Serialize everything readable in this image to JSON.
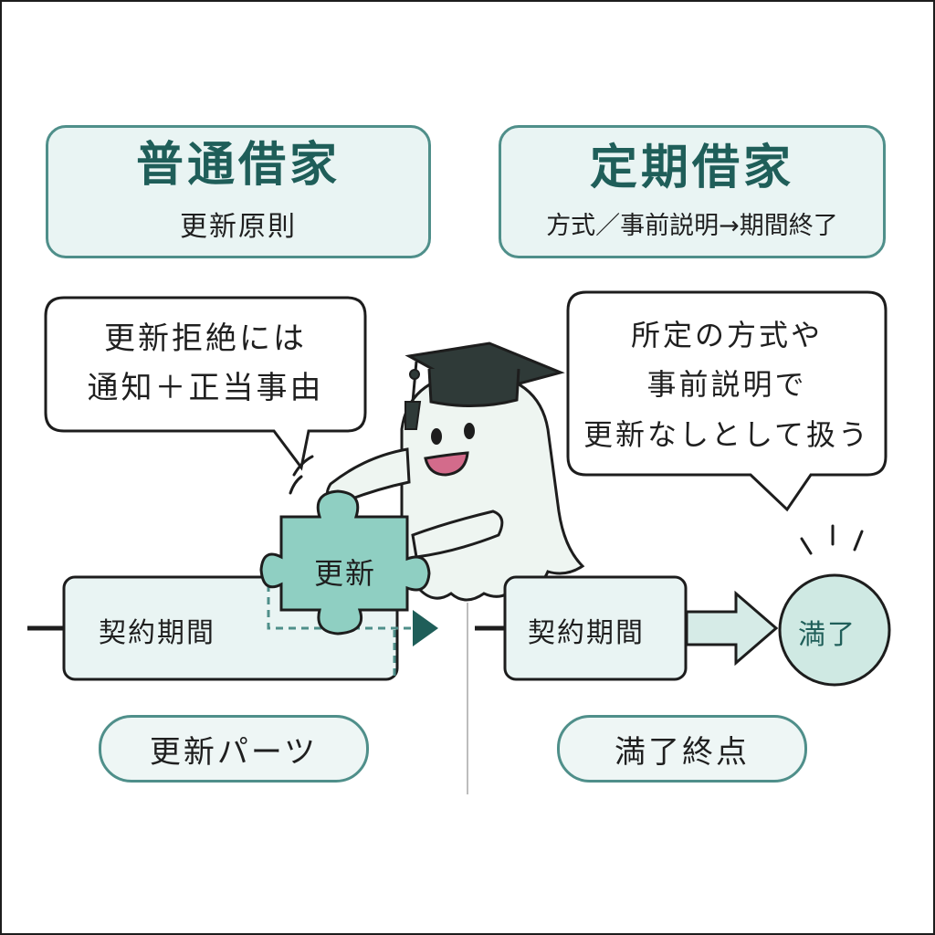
{
  "left": {
    "title": "普通借家",
    "subtitle": "更新原則",
    "bubble_line1": "更新拒絶には",
    "bubble_line2": "通知＋正当事由",
    "period_label": "契約期間",
    "puzzle_label": "更新",
    "pill_label": "更新パーツ"
  },
  "right": {
    "title": "定期借家",
    "subtitle": "方式／事前説明→期間終了",
    "bubble_line1": "所定の方式や",
    "bubble_line2": "事前説明で",
    "bubble_line3": "更新なしとして扱う",
    "period_label": "契約期間",
    "end_label": "満了",
    "pill_label": "満了終点"
  },
  "colors": {
    "accent": "#4f8f8a",
    "title": "#1f5e59",
    "box_fill": "#e9f4f3",
    "puzzle_fill": "#8fcfc2",
    "dark_line": "#1d1d1d"
  },
  "icons": {
    "mascot": "ghost-with-graduation-cap-icon",
    "puzzle": "puzzle-piece-icon",
    "arrow": "right-arrow-icon"
  }
}
